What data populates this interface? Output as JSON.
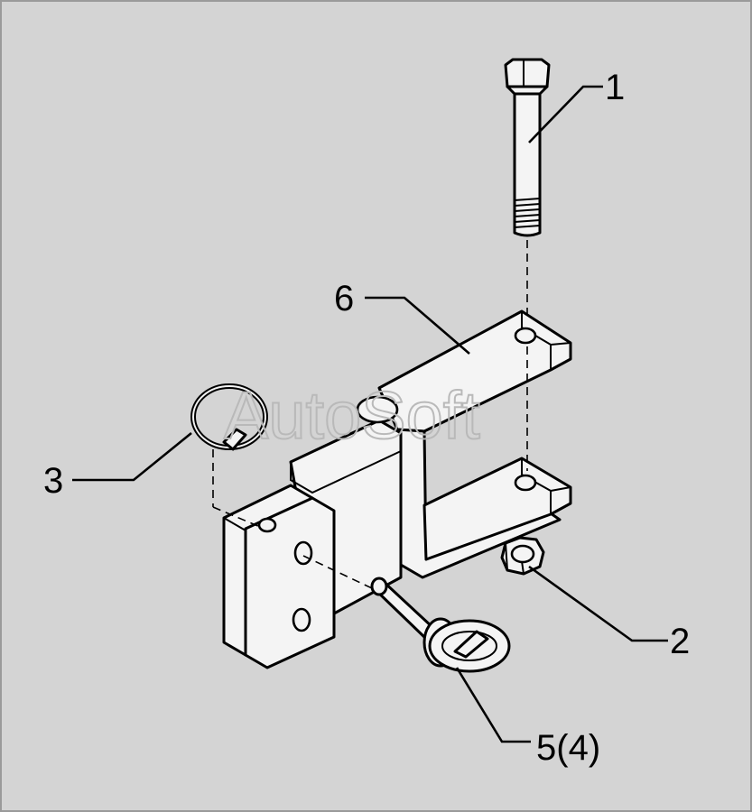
{
  "watermark": "AutoSoft",
  "callouts": {
    "c1": "1",
    "c2": "2",
    "c3": "3",
    "c5": "5(4)",
    "c6": "6"
  },
  "colors": {
    "background": "#d4d4d4",
    "part_fill": "#f4f4f4",
    "line": "#000000",
    "watermark": "#b9b9b9"
  }
}
